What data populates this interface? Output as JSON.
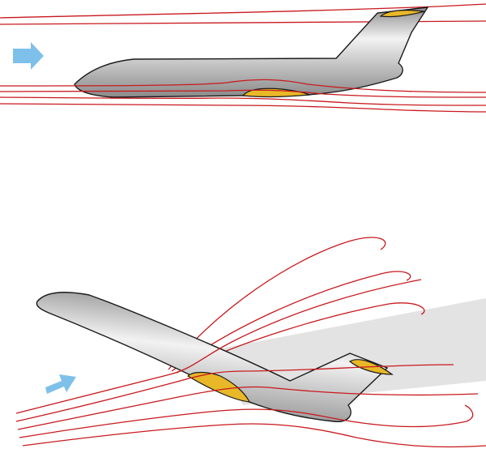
{
  "figure": {
    "panels": [
      {
        "id": "level-flight",
        "state": "airflow attached",
        "aircraft": "business-jet"
      },
      {
        "id": "high-alpha",
        "state": "wing wake blanketing tail",
        "aircraft": "business-jet"
      }
    ],
    "colors": {
      "streamline": "#c8191e",
      "fuselage_light": "#f2f2f2",
      "fuselage_dark": "#8e8e8e",
      "wing": "#e8b828",
      "flow_arrow": "#7fc0ea",
      "wake_shadow": "#d9d9d9"
    },
    "icons": [
      "flow-direction-arrow",
      "business-jet-side-view"
    ]
  }
}
